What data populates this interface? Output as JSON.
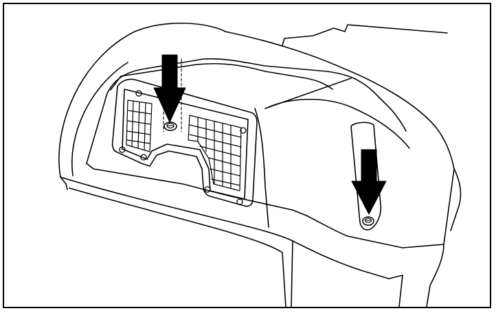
{
  "figure": {
    "stroke_color": "#000000",
    "background_color": "#ffffff",
    "arrow_color": "#000000",
    "subject": "engine-cover-illustration",
    "callouts": [
      {
        "id": "top-screw",
        "icon": "down-arrow-icon"
      },
      {
        "id": "side-screw",
        "icon": "down-arrow-icon"
      }
    ]
  }
}
